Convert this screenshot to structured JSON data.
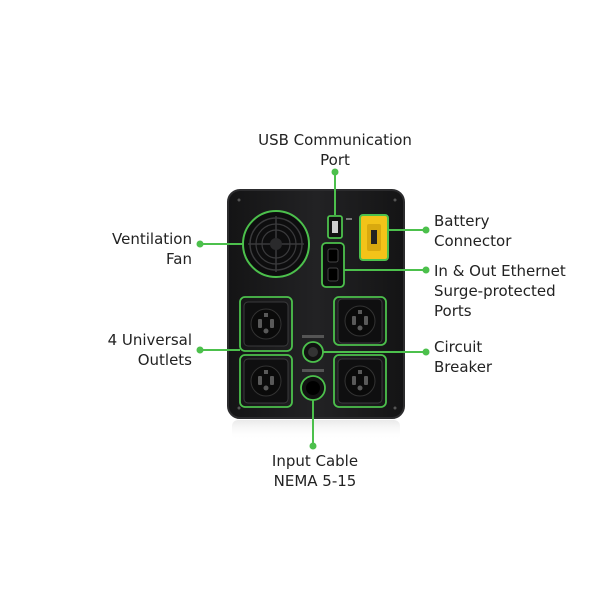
{
  "colors": {
    "accent": "#4cc04c",
    "device_body": "#1b1b1c",
    "device_edge": "#2c2c2e",
    "battery_connector": "#f3c319",
    "background": "#ffffff"
  },
  "labels": {
    "usb": "USB Communication\nPort",
    "fan": "Ventilation\nFan",
    "outlets": "4 Universal\nOutlets",
    "battery": "Battery\nConnector",
    "ethernet": "In & Out Ethernet\nSurge-protected\nPorts",
    "breaker": "Circuit\nBreaker",
    "input": "Input Cable\nNEMA 5-15"
  },
  "icons": {
    "fan": "fan-icon",
    "outlet": "universal-outlet-icon",
    "battery": "battery-connector-icon",
    "usb": "usb-port-icon",
    "ethernet": "ethernet-port-icon",
    "breaker": "circuit-breaker-icon",
    "cable": "power-cable-icon"
  }
}
